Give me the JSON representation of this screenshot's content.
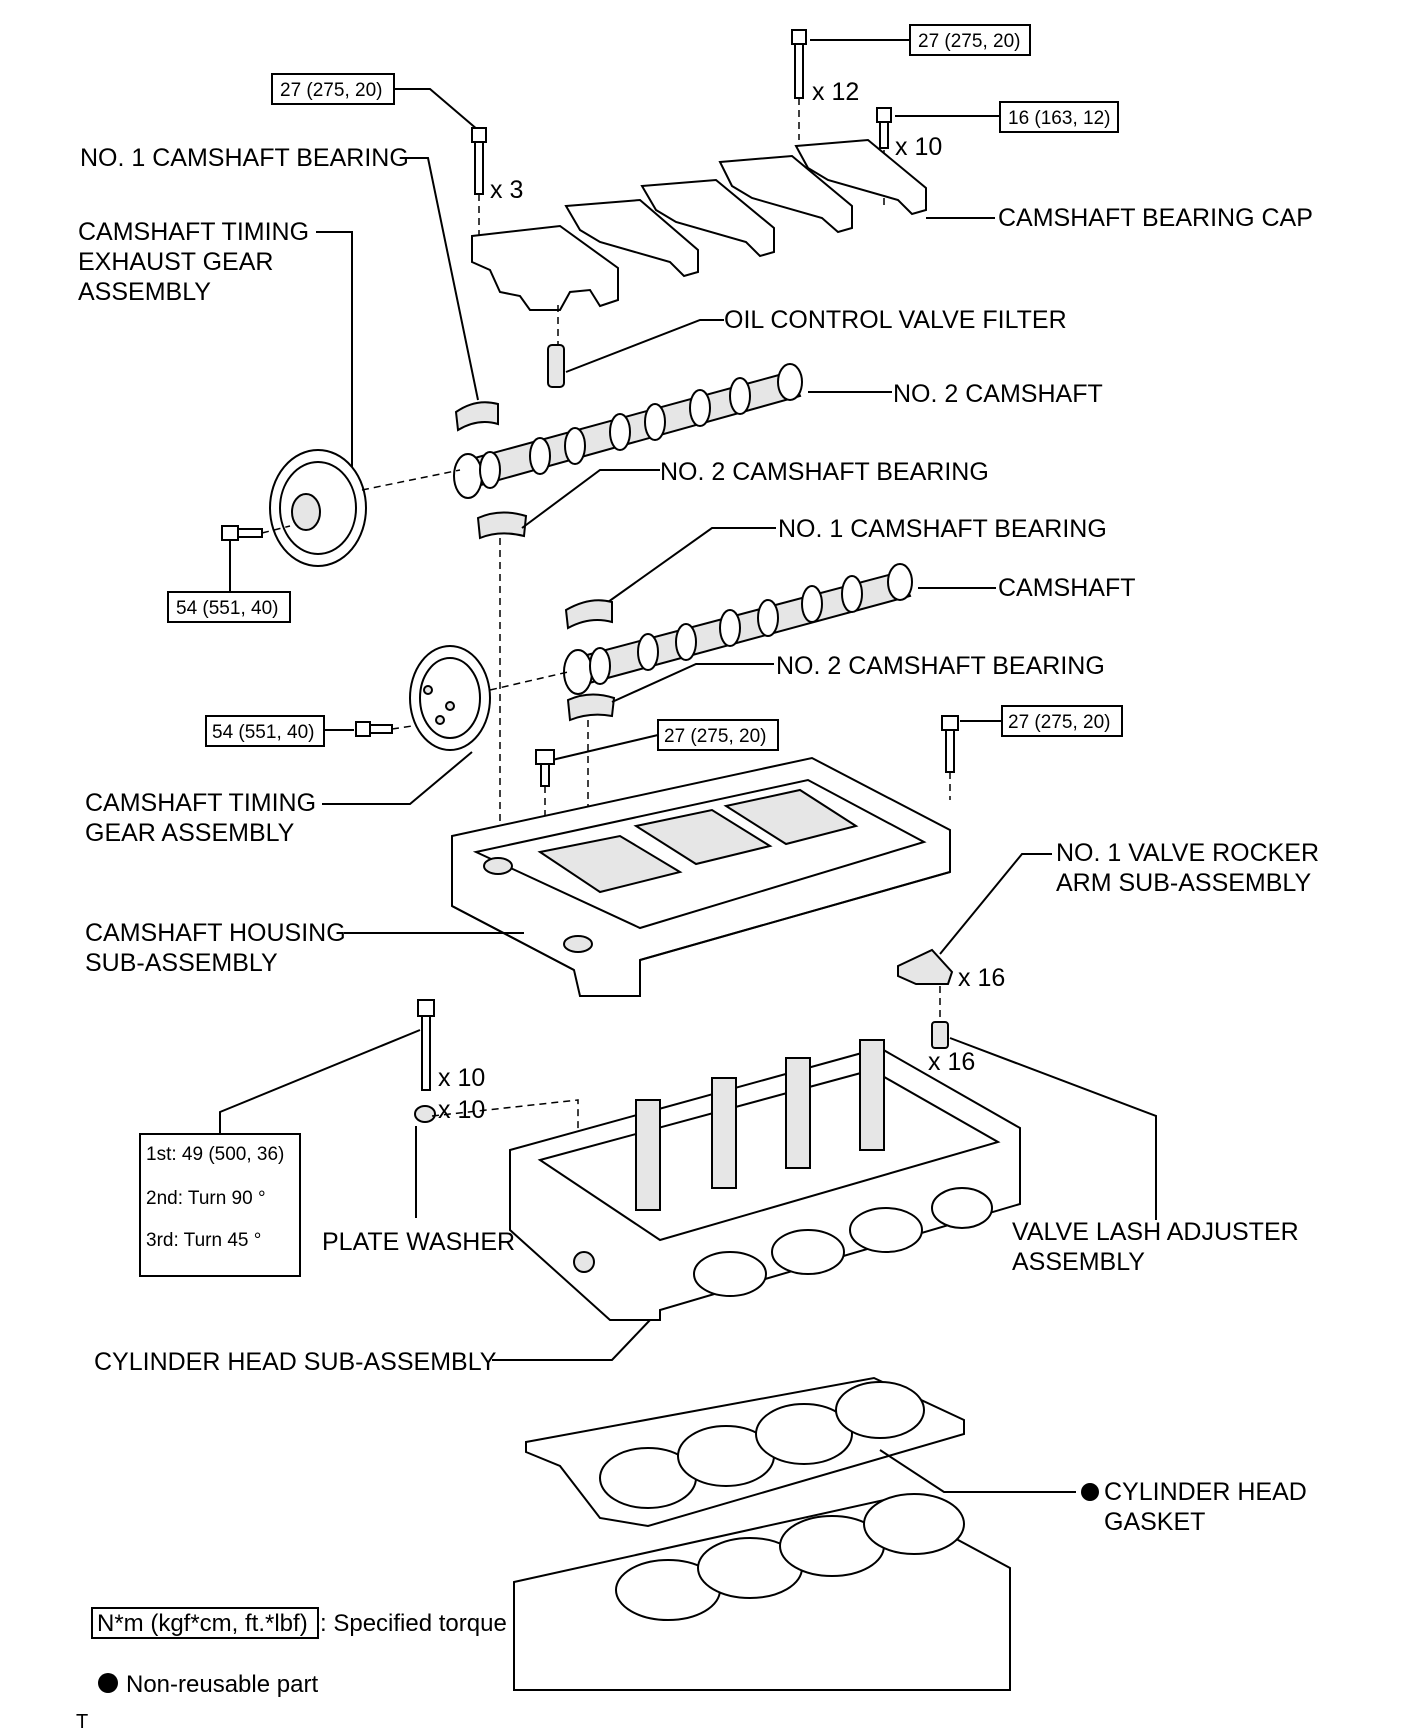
{
  "labels": {
    "no1_camshaft_bearing_top": "NO. 1 CAMSHAFT BEARING",
    "camshaft_timing_exhaust_gear_1": "CAMSHAFT TIMING",
    "camshaft_timing_exhaust_gear_2": "EXHAUST GEAR",
    "camshaft_timing_exhaust_gear_3": "ASSEMBLY",
    "camshaft_bearing_cap": "CAMSHAFT BEARING CAP",
    "oil_control_valve_filter": "OIL CONTROL VALVE FILTER",
    "no2_camshaft": "NO. 2 CAMSHAFT",
    "no2_camshaft_bearing_top": "NO. 2 CAMSHAFT BEARING",
    "no1_camshaft_bearing_mid": "NO. 1 CAMSHAFT BEARING",
    "camshaft": "CAMSHAFT",
    "no2_camshaft_bearing_mid": "NO. 2 CAMSHAFT BEARING",
    "camshaft_timing_gear_1": "CAMSHAFT TIMING",
    "camshaft_timing_gear_2": "GEAR ASSEMBLY",
    "camshaft_housing_1": "CAMSHAFT HOUSING",
    "camshaft_housing_2": "SUB-ASSEMBLY",
    "valve_rocker_arm_1": "NO. 1 VALVE ROCKER",
    "valve_rocker_arm_2": "ARM SUB-ASSEMBLY",
    "plate_washer": "PLATE WASHER",
    "valve_lash_adjuster_1": "VALVE LASH ADJUSTER",
    "valve_lash_adjuster_2": "ASSEMBLY",
    "cylinder_head": "CYLINDER HEAD SUB-ASSEMBLY",
    "cylinder_head_gasket_1": "CYLINDER HEAD",
    "cylinder_head_gasket_2": "GASKET"
  },
  "torques": {
    "bolt_top_right": "27 (275, 20)",
    "bolt_top_left": "27 (275, 20)",
    "bolt_cap_small": "16 (163, 12)",
    "gear_exhaust_bolt": "54 (551, 40)",
    "gear_intake_bolt": "54 (551, 40)",
    "housing_bolt_left": "27 (275, 20)",
    "housing_bolt_right": "27 (275, 20)",
    "head_bolt_steps": [
      "1st: 49 (500, 36)",
      "2nd: Turn 90 °",
      "3rd: Turn 45 °"
    ]
  },
  "quantities": {
    "top_bolts": "x 12",
    "small_cap_bolts": "x 10",
    "left_cap_bolts": "x 3",
    "rocker_arms": "x 16",
    "lash_adjusters": "x 16",
    "head_bolts": "x 10",
    "plate_washers": "x 10"
  },
  "legend": {
    "torque_box": "N*m (kgf*cm, ft.*lbf)",
    "torque_text": ": Specified torque",
    "nonreusable_text": "Non-reusable part"
  },
  "corner_mark": "T"
}
